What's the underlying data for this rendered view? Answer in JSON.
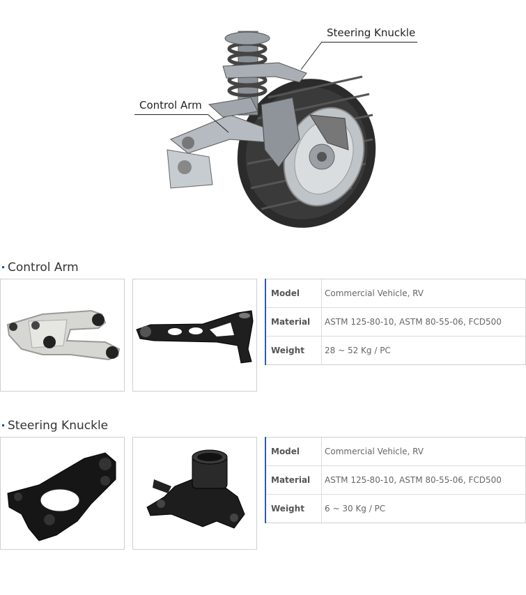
{
  "hero": {
    "callouts": {
      "steering_knuckle": "Steering Knuckle",
      "control_arm": "Control Arm"
    }
  },
  "sections": [
    {
      "title": "Control Arm",
      "photos": [
        "control-arm-aluminium-photo",
        "control-arm-black-photo"
      ],
      "specs": [
        {
          "key": "Model",
          "value": "Commercial Vehicle, RV"
        },
        {
          "key": "Material",
          "value": "ASTM 125-80-10, ASTM 80-55-06, FCD500"
        },
        {
          "key": "Weight",
          "value": "28 ~ 52 Kg / PC"
        }
      ]
    },
    {
      "title": "Steering Knuckle",
      "photos": [
        "steering-knuckle-black-photo",
        "steering-knuckle-hub-photo"
      ],
      "specs": [
        {
          "key": "Model",
          "value": "Commercial Vehicle, RV"
        },
        {
          "key": "Material",
          "value": "ASTM 125-80-10, ASTM 80-55-06, FCD500"
        },
        {
          "key": "Weight",
          "value": "6 ~ 30 Kg / PC"
        }
      ]
    }
  ],
  "colors": {
    "accent": "#2a5ab8",
    "bullet": "#1a4fa0",
    "border": "#cfcfcf"
  }
}
